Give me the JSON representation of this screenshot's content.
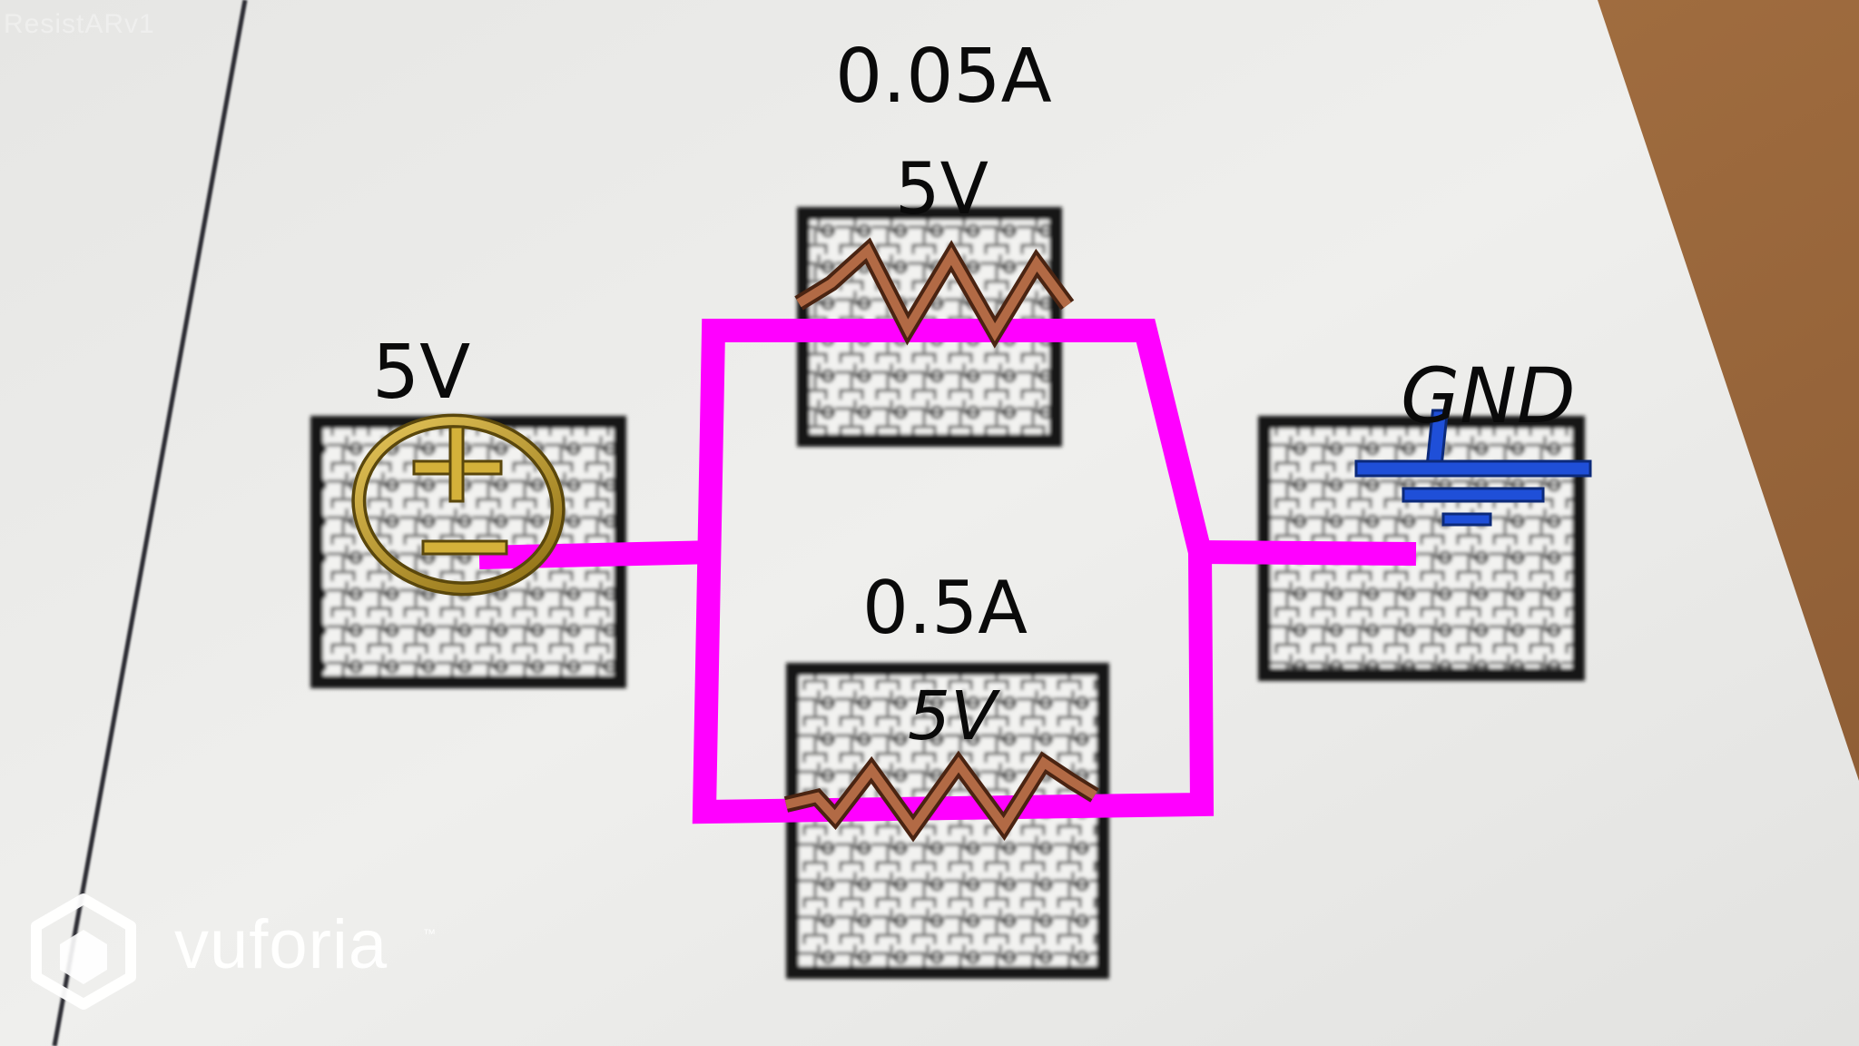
{
  "app": {
    "title": "ResistARv1"
  },
  "overlay": {
    "source": {
      "voltage": "5V",
      "plus_symbol": "+",
      "minus_symbol": "−"
    },
    "resistor_top": {
      "current": "0.05A",
      "voltage": "5V"
    },
    "resistor_bottom": {
      "current": "0.5A",
      "voltage": "5V"
    },
    "ground": {
      "label": "GND"
    }
  },
  "branding": {
    "name": "vuforia",
    "trademark": "™",
    "logo_icon": "vuforia-cube-icon"
  },
  "colors": {
    "wire": "#ff00ff",
    "resistor": "#8b4a2b",
    "source_ring": "#c9a52c",
    "ground": "#1f4fd8",
    "paper": "#ececea",
    "table": "#9b6a3f"
  }
}
